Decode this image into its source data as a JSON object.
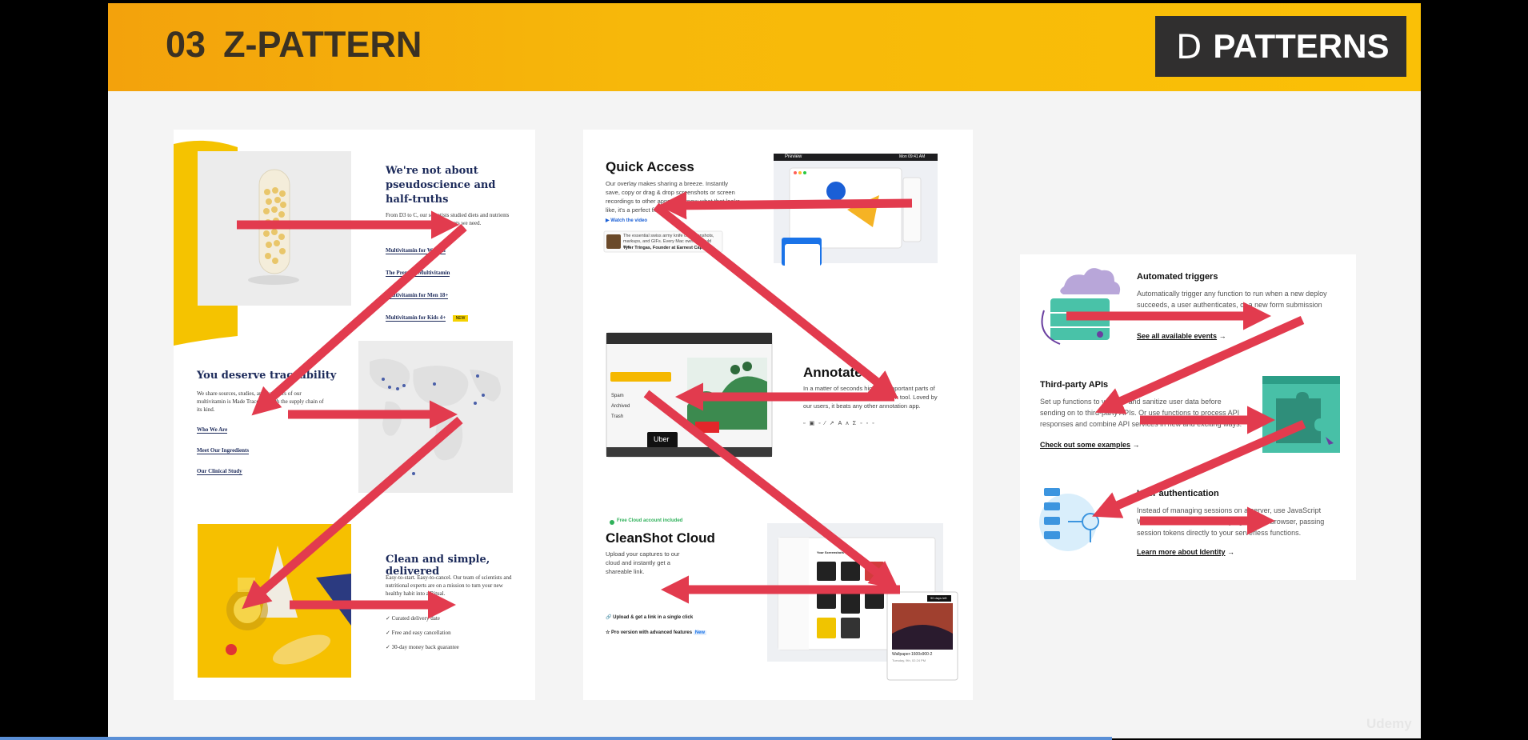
{
  "slide": {
    "number": "03",
    "title": "Z-PATTERN",
    "logo_mark": "D",
    "logo_text": "PATTERNS",
    "watermark": "Udemy"
  },
  "card1": {
    "heading1": "We're not about pseudoscience and half-truths",
    "para1": "From D3 to C, our scientists studied diets and nutrients to nourish you with key nutrients we need.",
    "links1": [
      "Multivitamin for Women",
      "The Prenatal Multivitamin",
      "Multivitamin for Men 18+",
      "Multivitamin for Kids 4+"
    ],
    "new_badge": "NEW",
    "heading2": "You deserve traceability",
    "para2": "We share sources, studies, and suppliers of our multivitamin is Made Traceable with the supply chain of its kind.",
    "links2": [
      "Who We Are",
      "Meet Our Ingredients",
      "Our Clinical Study"
    ],
    "heading3": "Clean and simple, delivered",
    "para3": "Easy-to-start. Easy-to-cancel. Our team of scientists and nutritional experts are on a mission to turn your new healthy habit into a Ritual.",
    "bullets3": [
      "Curated delivery date",
      "Free and easy cancellation",
      "30-day money back guarantee"
    ]
  },
  "card2": {
    "heading1": "Quick Access",
    "para1": "Our overlay makes sharing a breeze. Instantly save, copy or drag & drop screenshots or screen recordings to other apps. We know what that looks like, it's a perfect fit.",
    "watch_link": "Watch the video",
    "quote": "The essential swiss army knife of screenshots, markups, and GIFs. Every Mac owner should use.",
    "quote_author": "Tyler Tringas, Founder at Earnest Capital",
    "preview_window_title": "Preview",
    "preview_clock": "Mon 09:41 AM",
    "heading2": "Annotate",
    "para2": "In a matter of seconds highlight important parts of your screenshot with our annotation tool. Loved by our users, it beats any other annotation app.",
    "sidebar_items": [
      "Spam",
      "Archived",
      "Trash"
    ],
    "uber_label": "Uber",
    "badge": "Free Cloud account included",
    "heading3": "CleanShot Cloud",
    "para3": "Upload your captures to our cloud and instantly get a shareable link.",
    "feature1": "Upload & get a link in a single click",
    "feature2": "Pro version with advanced features",
    "feature2_tag": "New",
    "cloud_header": "Your Screenshots",
    "photo_file": "Wallpaper-1600x900-2",
    "photo_date": "Tuesday, 9th, 02:24 PM",
    "photo_badge": "90 days left"
  },
  "card3": {
    "heading1": "Automated triggers",
    "para1": "Automatically trigger any function to run when a new deploy succeeds, a user authenticates, or a new form submission",
    "link1": "See all available events",
    "heading2": "Third-party APIs",
    "para2": "Set up functions to validate and sanitize user data before sending on to third-party APIs. Or use functions to process API responses and combine API services in new and exciting ways.",
    "link2": "Check out some examples",
    "heading3": "User authentication",
    "para3": "Instead of managing sessions on a server, use JavaScript Web Tokens to handle identity right in the browser, passing session tokens directly to your serverless functions.",
    "link3": "Learn more about Identity"
  },
  "colors": {
    "header_orange": "#f5ad0b",
    "arrow_red": "#e23b4e",
    "navy": "#1c2a5a",
    "teal": "#3db39e",
    "purple": "#6a3fa0"
  }
}
